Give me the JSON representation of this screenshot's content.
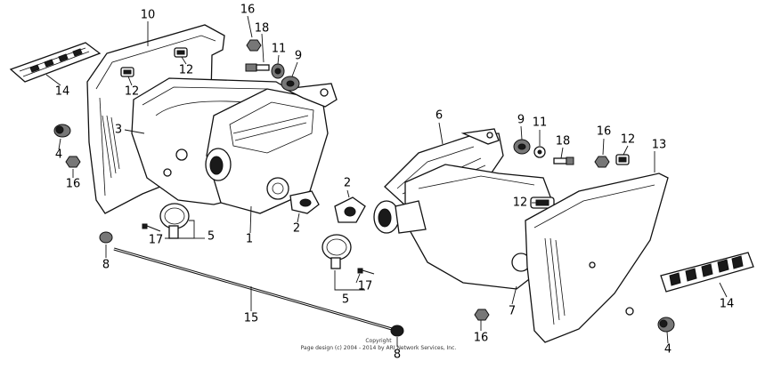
{
  "callouts": {
    "c10": "10",
    "c16a": "16",
    "c18a": "18",
    "c11a": "11",
    "c9a": "9",
    "c12a": "12",
    "c12b": "12",
    "c14a": "14",
    "c3": "3",
    "c4a": "4",
    "c16b": "16",
    "c1": "1",
    "c2a": "2",
    "c17a": "17",
    "c5a": "5",
    "c8a": "8",
    "c15": "15",
    "c6": "6",
    "c2b": "2",
    "c9b": "9",
    "c11b": "11",
    "c18b": "18",
    "c16c": "16",
    "c12c": "12",
    "c13": "13",
    "c12d": "12",
    "c17b": "17",
    "c5b": "5",
    "c7": "7",
    "c16d": "16",
    "c8b": "8",
    "c14b": "14",
    "c4b": "4"
  },
  "copyright": {
    "line1": "Copyright",
    "line2": "Page design (c) 2004 - 2014 by ARI Network Services, Inc."
  }
}
